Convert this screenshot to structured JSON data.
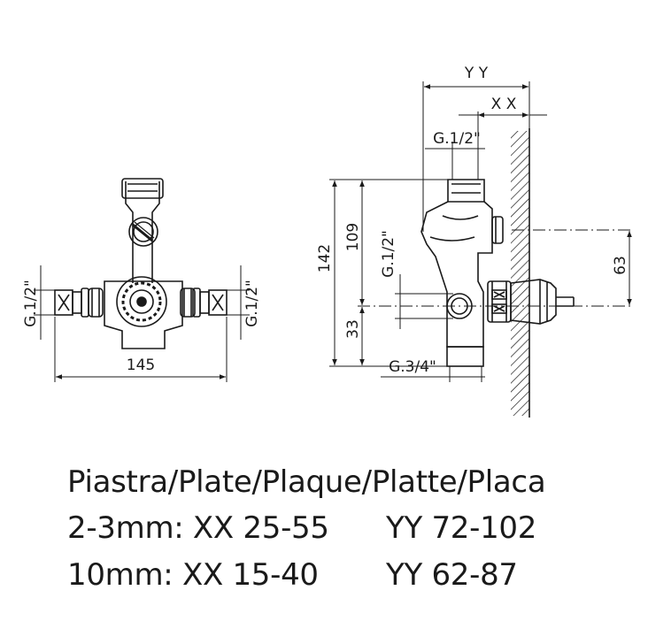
{
  "front_view": {
    "width_label": "145",
    "left_thread_label": "G.1/2\"",
    "right_thread_label": "G.1/2\""
  },
  "side_view": {
    "yy_label": "Y Y",
    "xx_label": "X X",
    "top_thread_label": "G.1/2\"",
    "mid_thread_label": "G.1/2\"",
    "bottom_thread_label": "G.3/4\"",
    "height_142_label": "142",
    "height_109_label": "109",
    "height_33_label": "33",
    "height_63_label": "63"
  },
  "caption": {
    "title": "Piastra/Plate/Plaque/Platte/Placa",
    "row_1_label": "2-3mm: XX 25-55",
    "row_1_yy": "YY 72-102",
    "row_2_label": "10mm: XX 15-40",
    "row_2_yy": "YY 62-87"
  }
}
